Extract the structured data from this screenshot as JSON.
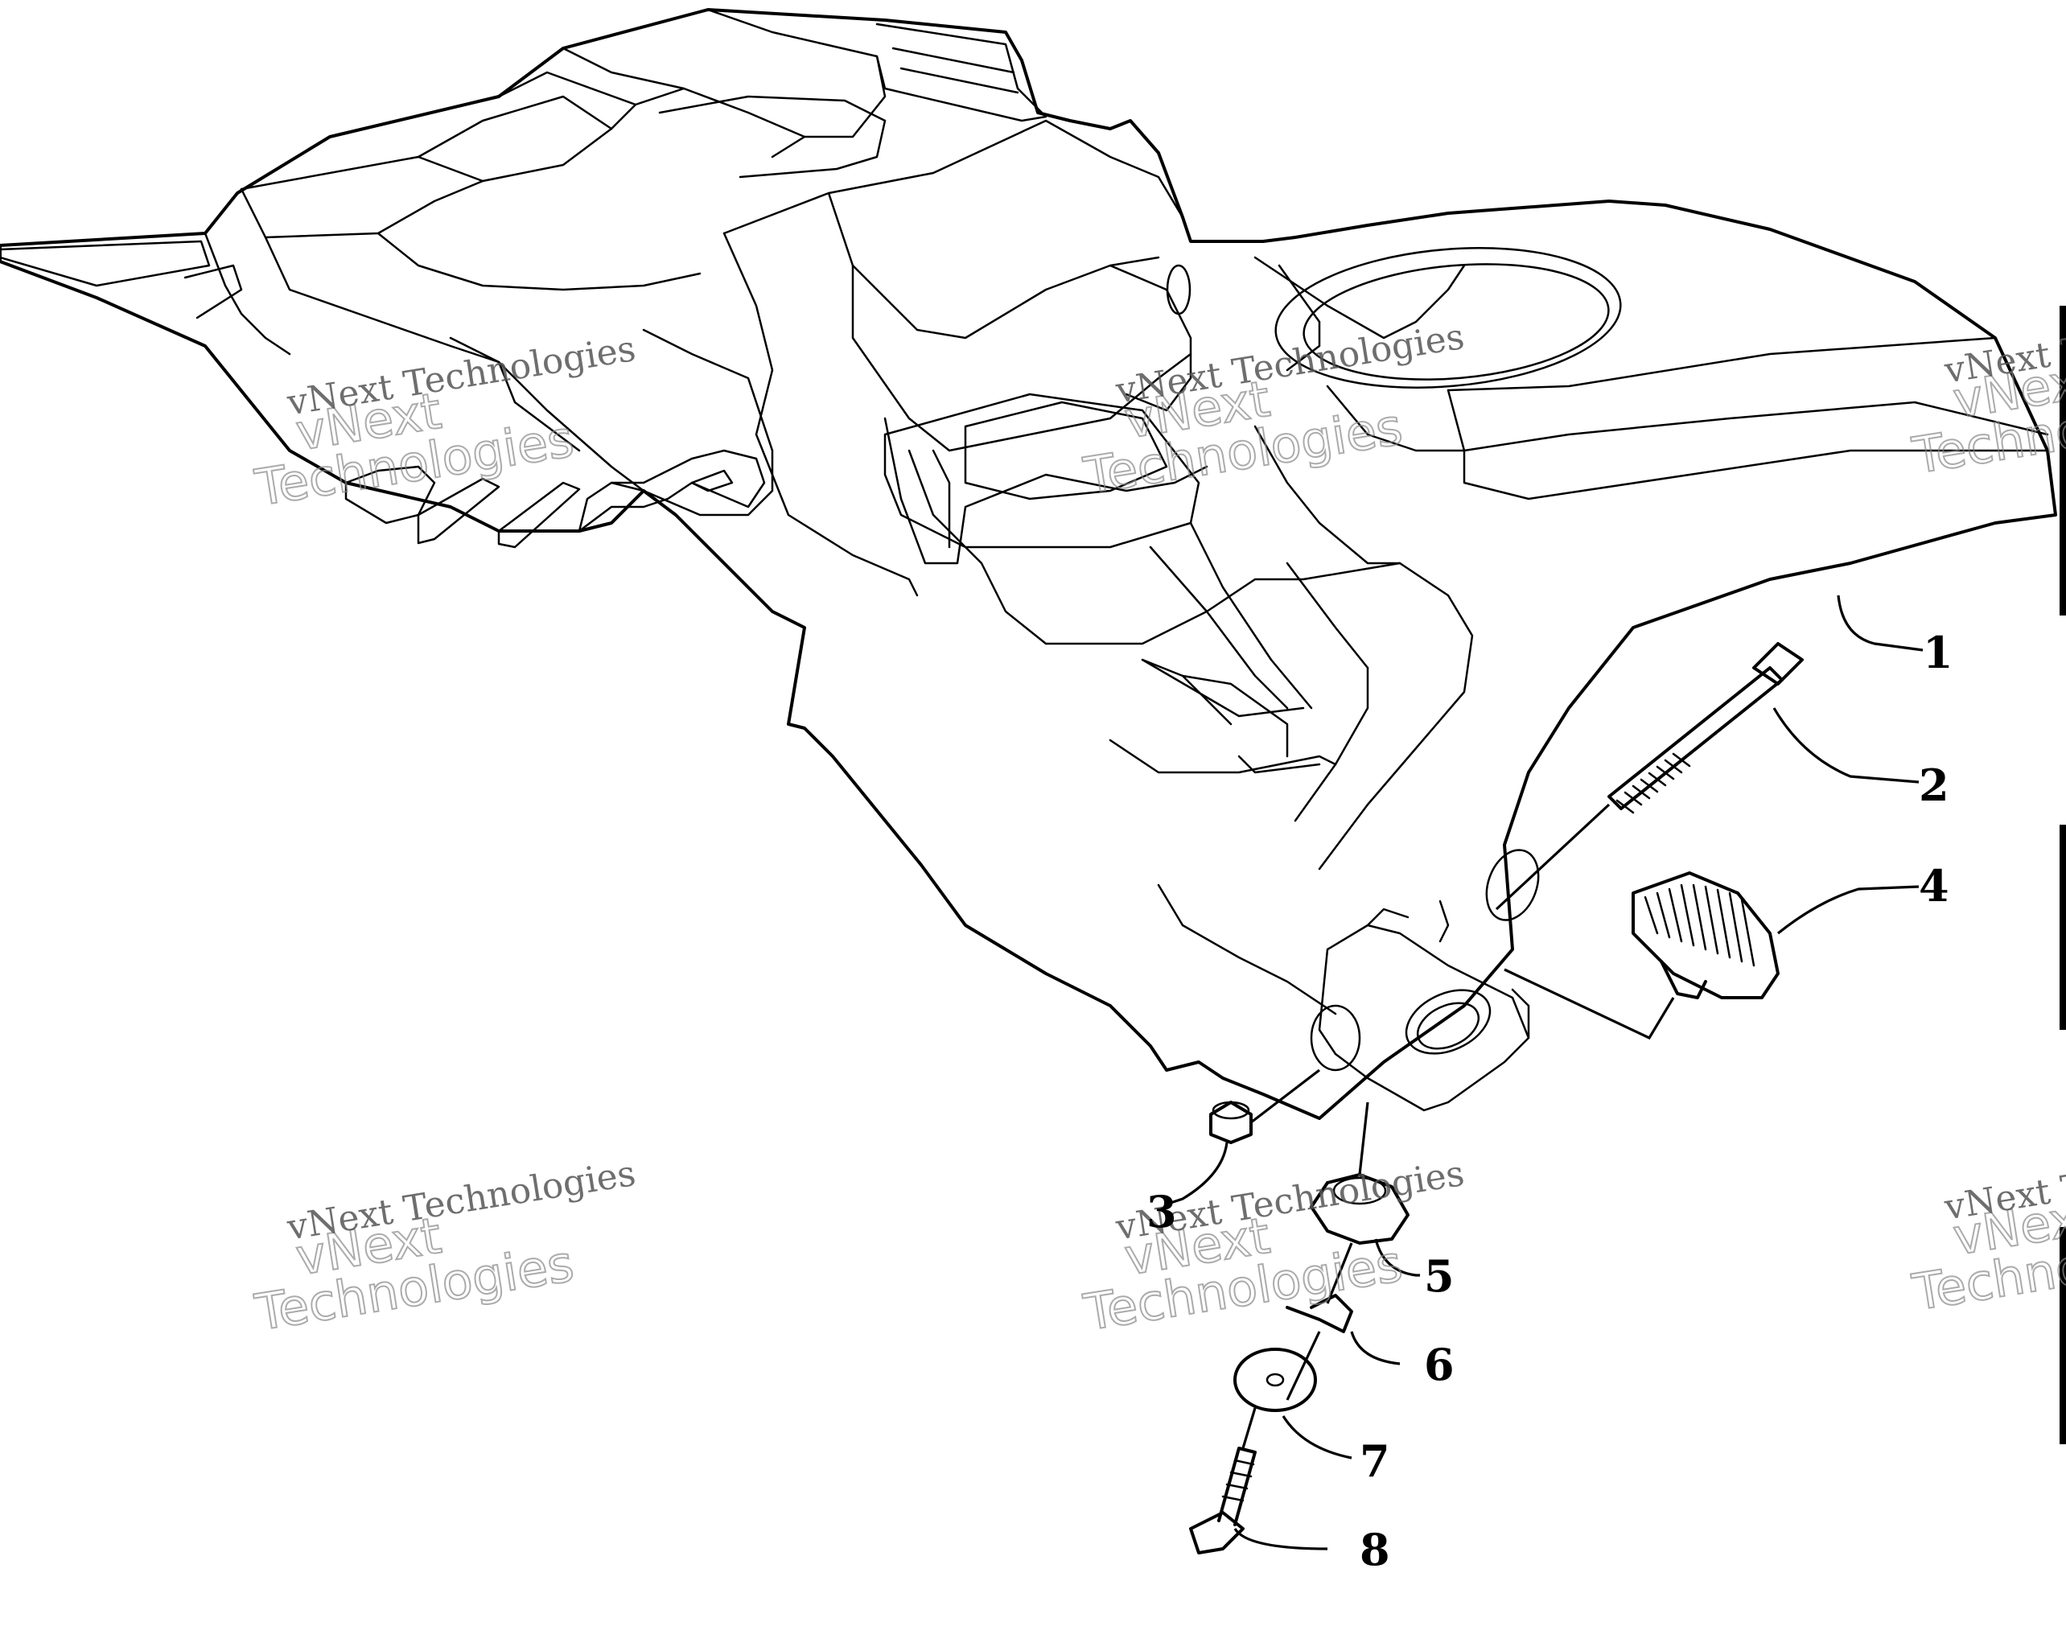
{
  "callouts": [
    {
      "label": "1"
    },
    {
      "label": "2"
    },
    {
      "label": "3"
    },
    {
      "label": "4"
    },
    {
      "label": "5"
    },
    {
      "label": "6"
    },
    {
      "label": "7"
    },
    {
      "label": "8"
    }
  ],
  "watermark": {
    "line1": "vNext Technologies",
    "line2": "vNext",
    "line3": "Technologies"
  },
  "colors": {
    "ink": "#000000",
    "background": "#ffffff",
    "watermark": "#888888"
  }
}
